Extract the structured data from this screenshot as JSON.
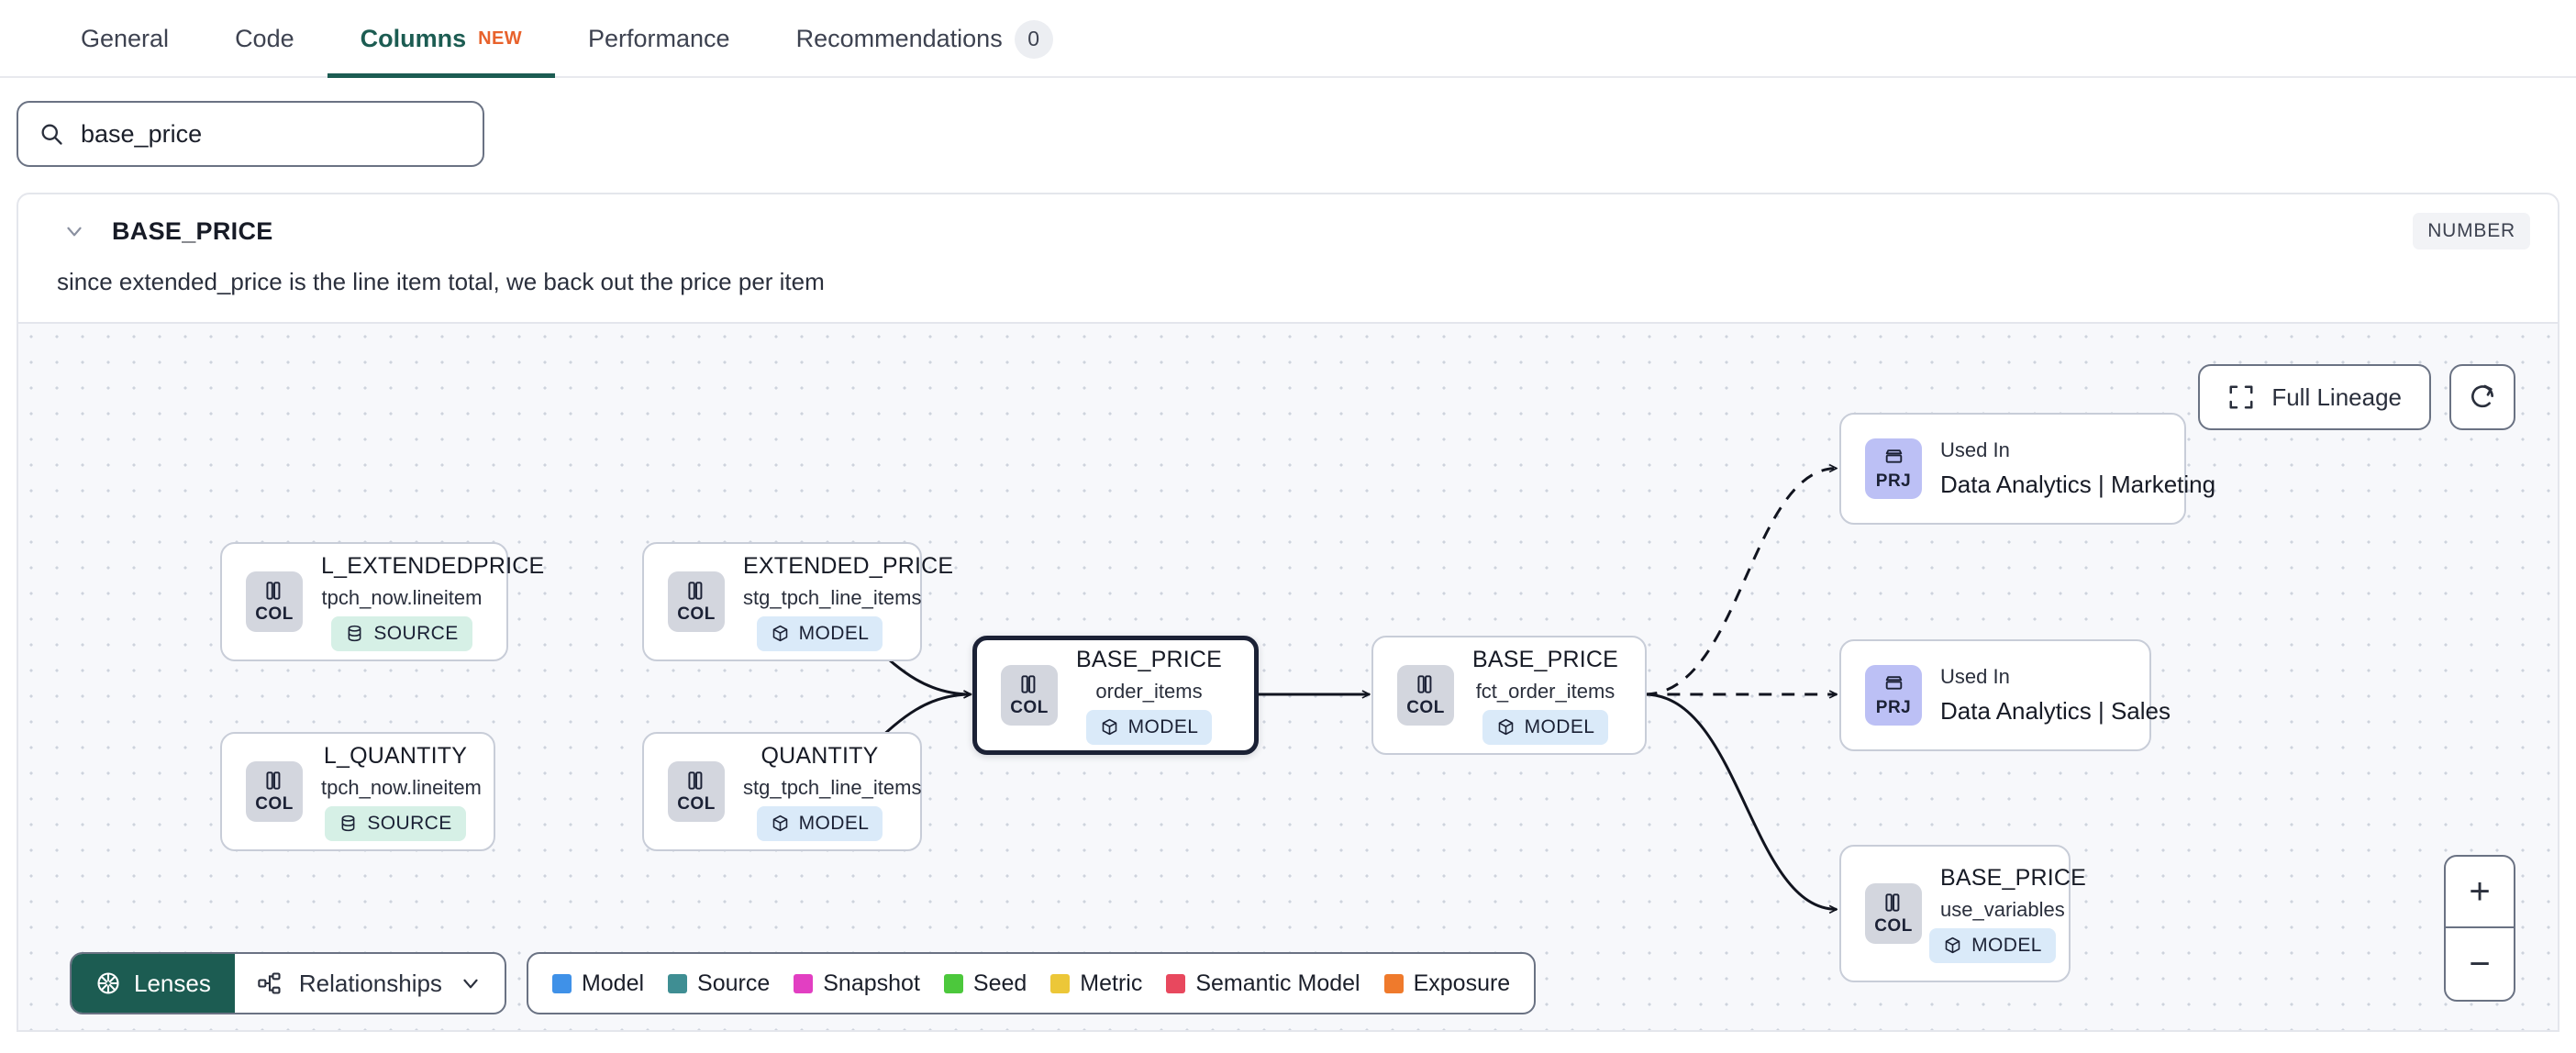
{
  "tabs": [
    {
      "label": "General",
      "active": false
    },
    {
      "label": "Code",
      "active": false
    },
    {
      "label": "Columns",
      "active": true,
      "badge": "NEW"
    },
    {
      "label": "Performance",
      "active": false
    },
    {
      "label": "Recommendations",
      "active": false,
      "count": "0"
    }
  ],
  "search": {
    "value": "base_price",
    "placeholder": "Search columns",
    "icon": "search-icon"
  },
  "column": {
    "name": "BASE_PRICE",
    "data_type": "NUMBER",
    "description": "since extended_price is the line item total, we back out the price per item",
    "expanded": true
  },
  "canvas": {
    "full_lineage_label": "Full Lineage",
    "refresh_icon": "refresh-icon",
    "zoom_in": "+",
    "zoom_out": "−"
  },
  "bottom": {
    "lenses_label": "Lenses",
    "relationships_label": "Relationships",
    "legend": [
      {
        "label": "Model",
        "color": "#3f91e8"
      },
      {
        "label": "Source",
        "color": "#3f8e93"
      },
      {
        "label": "Snapshot",
        "color": "#e23fc2"
      },
      {
        "label": "Seed",
        "color": "#4cc83c"
      },
      {
        "label": "Metric",
        "color": "#ecc738"
      },
      {
        "label": "Semantic Model",
        "color": "#e8485e"
      },
      {
        "label": "Exposure",
        "color": "#ef7a2c"
      }
    ]
  },
  "lineage": {
    "nodes": [
      {
        "id": "n1",
        "kind": "column",
        "chip": "COL",
        "name": "L_EXTENDEDPRICE",
        "sub": "tpch_now.lineitem",
        "tag": "SOURCE",
        "tag_type": "source",
        "selected": false
      },
      {
        "id": "n2",
        "kind": "column",
        "chip": "COL",
        "name": "L_QUANTITY",
        "sub": "tpch_now.lineitem",
        "tag": "SOURCE",
        "tag_type": "source",
        "selected": false
      },
      {
        "id": "n3",
        "kind": "column",
        "chip": "COL",
        "name": "EXTENDED_PRICE",
        "sub": "stg_tpch_line_items",
        "tag": "MODEL",
        "tag_type": "model",
        "selected": false
      },
      {
        "id": "n4",
        "kind": "column",
        "chip": "COL",
        "name": "QUANTITY",
        "sub": "stg_tpch_line_items",
        "tag": "MODEL",
        "tag_type": "model",
        "selected": false
      },
      {
        "id": "n5",
        "kind": "column",
        "chip": "COL",
        "name": "BASE_PRICE",
        "sub": "order_items",
        "tag": "MODEL",
        "tag_type": "model",
        "selected": true
      },
      {
        "id": "n6",
        "kind": "column",
        "chip": "COL",
        "name": "BASE_PRICE",
        "sub": "fct_order_items",
        "tag": "MODEL",
        "tag_type": "model",
        "selected": false
      },
      {
        "id": "n7",
        "kind": "column",
        "chip": "COL",
        "name": "BASE_PRICE",
        "sub": "use_variables",
        "tag": "MODEL",
        "tag_type": "model",
        "selected": false
      }
    ],
    "projects": [
      {
        "id": "p1",
        "chip": "PRJ",
        "kicker": "Used In",
        "name": "Data Analytics | Marketing"
      },
      {
        "id": "p2",
        "chip": "PRJ",
        "kicker": "Used In",
        "name": "Data Analytics | Sales"
      }
    ]
  }
}
